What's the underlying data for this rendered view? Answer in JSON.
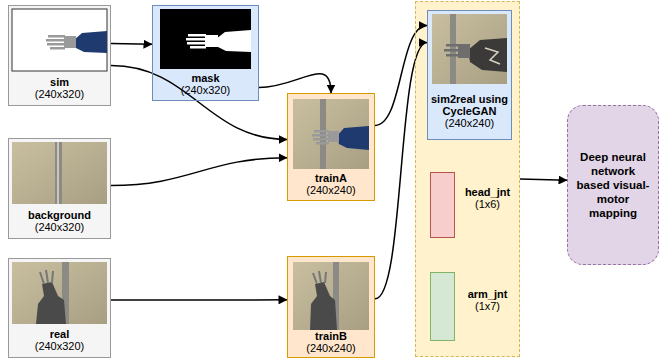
{
  "diagram": {
    "nodes": [
      {
        "text": [
          "sim",
          "(240x320)"
        ]
      },
      {
        "text": [
          "mask",
          "(240x320)"
        ]
      },
      {
        "text": [
          "background",
          "(240x320)"
        ]
      },
      {
        "text": [
          "trainA",
          "(240x240)"
        ]
      },
      {
        "text": [
          "real",
          "(240x320)"
        ]
      },
      {
        "text": [
          "trainB",
          "(240x240)"
        ]
      },
      {
        "text": []
      },
      {
        "text": [
          "sim2real using CycleGAN",
          "(240x240)"
        ],
        "in": 6
      },
      {
        "text": [
          "head_jnt",
          "(1x6)"
        ],
        "in": 6
      },
      {
        "text": [
          "arm_jnt",
          "(1x7)"
        ],
        "in": 6
      },
      {
        "text": [
          "Deep neural network based visual-motor mapping"
        ]
      }
    ],
    "edges": [
      {
        "from": 0,
        "to": 1,
        "arrow": "to"
      },
      {
        "from": 0,
        "to": 3,
        "arrow": "to"
      },
      {
        "from": 1,
        "to": 3,
        "arrow": "to"
      },
      {
        "from": 2,
        "to": 3,
        "arrow": "to"
      },
      {
        "from": 4,
        "to": 5,
        "arrow": "to"
      },
      {
        "from": 3,
        "to": 7,
        "arrow": "to"
      },
      {
        "from": 5,
        "to": 7,
        "arrow": "to"
      },
      {
        "from": 6,
        "to": 10,
        "arrow": "to"
      }
    ]
  }
}
